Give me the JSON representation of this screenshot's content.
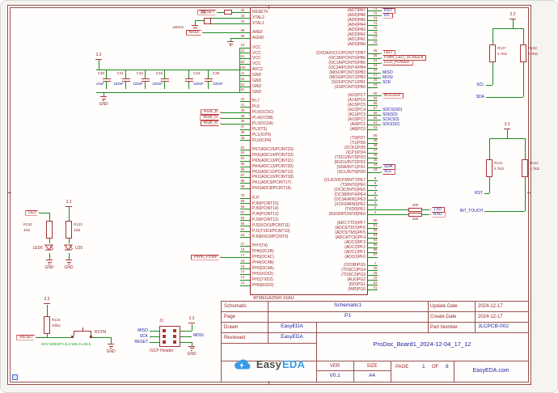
{
  "mcu": {
    "part": "ATMEGA2560-16AU",
    "left_groups": [
      {
        "pins": [
          {
            "num": "30",
            "name": "RESET#"
          },
          {
            "num": "33",
            "name": "XTAL2"
          },
          {
            "num": "34",
            "name": "XTAL1"
          }
        ]
      },
      {
        "pins": [
          {
            "num": "98",
            "name": "AREF"
          },
          {
            "num": "99",
            "name": "AGND"
          }
        ]
      },
      {
        "pins": [
          {
            "num": "10",
            "name": "VCC"
          },
          {
            "num": "31",
            "name": "VCC"
          },
          {
            "num": "61",
            "name": "VCC"
          },
          {
            "num": "80",
            "name": "VCC"
          },
          {
            "num": "100",
            "name": "AVCC"
          },
          {
            "num": "11",
            "name": "GND"
          },
          {
            "num": "32",
            "name": "GND"
          },
          {
            "num": "62",
            "name": "GND"
          },
          {
            "num": "81",
            "name": "GND"
          }
        ]
      },
      {
        "pins": [
          {
            "num": "42",
            "name": "PL7"
          },
          {
            "num": "41",
            "name": "PL6"
          },
          {
            "num": "40",
            "name": "PL5(OC5C)",
            "net": "RGB_B"
          },
          {
            "num": "39",
            "name": "PL4(OC5B)",
            "net": "RGB_G"
          },
          {
            "num": "38",
            "name": "PL3(OC5A)",
            "net": "RGB_R"
          },
          {
            "num": "37",
            "name": "PL2(T5)"
          },
          {
            "num": "36",
            "name": "PL1(ICP5)"
          },
          {
            "num": "35",
            "name": "PL0(ICP4)"
          }
        ]
      },
      {
        "pins": [
          {
            "num": "82",
            "name": "PK7(ADC15/PCINT23)"
          },
          {
            "num": "83",
            "name": "PK6(ADC14/PCINT22)"
          },
          {
            "num": "84",
            "name": "PK5(ADC13/PCINT21)"
          },
          {
            "num": "85",
            "name": "PK4(ADC12/PCINT20)"
          },
          {
            "num": "86",
            "name": "PK3(ADC11/PCINT19)"
          },
          {
            "num": "87",
            "name": "PK2(ADC10/PCINT18)"
          },
          {
            "num": "88",
            "name": "PK1(ADC9/PCINT17)"
          },
          {
            "num": "89",
            "name": "PK0(ADC8/PCINT16)"
          }
        ]
      },
      {
        "pins": [
          {
            "num": "79",
            "name": "PJ7"
          },
          {
            "num": "69",
            "name": "PJ6(PCINT15)"
          },
          {
            "num": "68",
            "name": "PJ5(PCINT14)"
          },
          {
            "num": "67",
            "name": "PJ4(PCINT13)"
          },
          {
            "num": "66",
            "name": "PJ3(PCINT12)"
          },
          {
            "num": "65",
            "name": "PJ2(XCK3/PCINT11)"
          },
          {
            "num": "64",
            "name": "PJ1(TXD3/PCINT10)"
          },
          {
            "num": "63",
            "name": "PJ0(RXD3/PCINT9)"
          }
        ]
      },
      {
        "pins": [
          {
            "num": "27",
            "name": "PH7(T4)"
          },
          {
            "num": "18",
            "name": "PH6(OC2B)"
          },
          {
            "num": "17",
            "name": "PH5(OC4C)",
            "net": "PWM_PUMP"
          },
          {
            "num": "16",
            "name": "PH4(OC4B)"
          },
          {
            "num": "15",
            "name": "PH3(OC4A)"
          },
          {
            "num": "14",
            "name": "PH2(XCK2)"
          },
          {
            "num": "13",
            "name": "PH1(TXD2)"
          },
          {
            "num": "12",
            "name": "PH0(RXD2)"
          }
        ]
      }
    ],
    "right_groups": [
      {
        "pins": [
          {
            "num": "71",
            "name": "(AD7)PA7",
            "net": "RST",
            "s": "flag",
            "nv": true
          },
          {
            "num": "72",
            "name": "(AD6)PA6",
            "net": "DC",
            "s": "flag",
            "nv": true
          },
          {
            "num": "73",
            "name": "(AD5)PA5"
          },
          {
            "num": "74",
            "name": "(AD4)PA4"
          },
          {
            "num": "75",
            "name": "(AD3)PA3"
          },
          {
            "num": "76",
            "name": "(AD2)PA2"
          },
          {
            "num": "77",
            "name": "(AD1)PA1"
          },
          {
            "num": "78",
            "name": "(AD0)PA0"
          }
        ]
      },
      {
        "pins": [
          {
            "num": "26",
            "name": "(OC0A/OC1C/PCINT7)PB7",
            "net": "LED",
            "s": "flag"
          },
          {
            "num": "25",
            "name": "(OC1B/PCINT6)PB6",
            "net": "PWM_LED_SCREEN",
            "s": "flag"
          },
          {
            "num": "24",
            "name": "(OC1A/PCINT5)PB5",
            "net": "LCD_POWER",
            "s": "flag"
          },
          {
            "num": "23",
            "name": "(OC2A/PCINT4)PB4"
          },
          {
            "num": "22",
            "name": "(MISO/PCINT3)PB3",
            "net": "MISO",
            "s": "label"
          },
          {
            "num": "21",
            "name": "(MOSI/PCINT2)PB2",
            "net": "MOSI",
            "s": "label"
          },
          {
            "num": "20",
            "name": "(SCK/PCINT1)PB1",
            "net": "SCK",
            "s": "label"
          },
          {
            "num": "19",
            "name": "(SS/PCINT0)PB0"
          }
        ]
      },
      {
        "pins": [
          {
            "num": "60",
            "name": "(A15)PC7",
            "net": "BUZZER",
            "s": "flag"
          },
          {
            "num": "59",
            "name": "(A14)PC6"
          },
          {
            "num": "58",
            "name": "(A13)PC5"
          },
          {
            "num": "57",
            "name": "(A12)PC4",
            "net": "SDCS(SD)",
            "s": "label"
          },
          {
            "num": "56",
            "name": "(A11)PC3",
            "net": "SDI(SD)",
            "s": "label"
          },
          {
            "num": "55",
            "name": "(A10)PC2",
            "net": "SCK(SD)",
            "s": "label"
          },
          {
            "num": "54",
            "name": "(A9)PC1",
            "net": "SDO(SD)",
            "s": "label"
          },
          {
            "num": "53",
            "name": "(A8)PC0"
          }
        ]
      },
      {
        "pins": [
          {
            "num": "50",
            "name": "(T0)PD7"
          },
          {
            "num": "49",
            "name": "(T1)PD6"
          },
          {
            "num": "48",
            "name": "(XCK1)PD5"
          },
          {
            "num": "47",
            "name": "(ICP1)PD4"
          },
          {
            "num": "46",
            "name": "(TXD1/INT3)PD3"
          },
          {
            "num": "45",
            "name": "(RXD1/INT2)PD2"
          },
          {
            "num": "44",
            "name": "(SDA/INT1)PD1",
            "net": "SDA",
            "s": "flag",
            "nv": true
          },
          {
            "num": "43",
            "name": "(SCL/INT0)PD0",
            "net": "SCL",
            "s": "flag",
            "nv": true
          }
        ]
      },
      {
        "pins": [
          {
            "num": "9",
            "name": "(CLKO/ICP3/INT7)PE7"
          },
          {
            "num": "8",
            "name": "(T3/INT6)PE6"
          },
          {
            "num": "7",
            "name": "(OC3C/INT5)PE5"
          },
          {
            "num": "6",
            "name": "(OC3B/INT4)PE4"
          },
          {
            "num": "5",
            "name": "(OC3A/AIN1)PE3"
          },
          {
            "num": "4",
            "name": "(XCK0/AIN0)PE2"
          },
          {
            "num": "3",
            "name": "(TXD0)PE1",
            "net": "TXD",
            "s": "flag",
            "nv": true,
            "res": {
              "val": "330",
              "pos": "above"
            }
          },
          {
            "num": "2",
            "name": "(RXD0/PCINT8)PE0",
            "net": "RXD",
            "s": "flag",
            "nv": true,
            "res": {
              "val": "330",
              "pos": "below"
            }
          }
        ]
      },
      {
        "pins": [
          {
            "num": "90",
            "name": "(ADC7/TDI)PF7"
          },
          {
            "num": "91",
            "name": "(ADC6/TDO)PF6"
          },
          {
            "num": "92",
            "name": "(ADC5/TMS)PF5"
          },
          {
            "num": "93",
            "name": "(ADC4/TCK)PF4"
          },
          {
            "num": "94",
            "name": "(ADC3)PF3"
          },
          {
            "num": "95",
            "name": "(ADC2)PF2"
          },
          {
            "num": "96",
            "name": "(ADC1)PF1"
          },
          {
            "num": "97",
            "name": "(ADC0)PF0"
          }
        ]
      },
      {
        "pins": [
          {
            "num": "1",
            "name": "(OC0B)PG5"
          },
          {
            "num": "29",
            "name": "(TOSC1)PG4"
          },
          {
            "num": "28",
            "name": "(TOSC2)PG3"
          },
          {
            "num": "70",
            "name": "(ALE)PG2"
          },
          {
            "num": "52",
            "name": "(RD)PG1"
          },
          {
            "num": "51",
            "name": "(WR)PG0"
          }
        ]
      }
    ]
  },
  "left": {
    "reset_flag": "RESET",
    "aref_flag": "AREF",
    "crystal": {
      "ref": "X3",
      "value": "16MHz",
      "gnd": "GND"
    },
    "power_caps": {
      "power": "3.3",
      "gnd": "GND",
      "caps": [
        {
          "ref": "C30",
          "value": "10uF"
        },
        {
          "ref": "C31",
          "value": "100nF"
        },
        {
          "ref": "C32",
          "value": "100nF"
        },
        {
          "ref": "C33",
          "value": "100nF"
        }
      ],
      "decoupling": [
        {
          "ref": "C34",
          "value": "100nF"
        },
        {
          "ref": "C35",
          "value": "100nF"
        }
      ]
    }
  },
  "led_block": {
    "flag": "LED",
    "power": "3.3",
    "r_left": {
      "ref": "R132",
      "value": "1kΩ"
    },
    "r_right": {
      "ref": "R133",
      "value": "1kΩ"
    },
    "led_left": "LED6",
    "led_right": "U25",
    "gnd_left": "GND",
    "gnd_right": "GND"
  },
  "reset_block": {
    "power": "3.3",
    "res": {
      "ref": "R134",
      "value": "10kΩ"
    },
    "flag": "RESET",
    "footprint": "KEY-SMD4P-L5.2-W5.2-LS6.5",
    "net": "RSTM",
    "gnd": "GND"
  },
  "iscp": {
    "ref": "J1",
    "name": "ISCP Header",
    "miso": "MISO",
    "sck": "SCK",
    "reset": "RESET",
    "power": "3.3",
    "mosi": "MOSI",
    "gnd": "GND"
  },
  "i2c_pullups": {
    "power": "3.3",
    "r1": {
      "ref": "R127",
      "value": "4.7kΩ"
    },
    "r2": {
      "ref": "R128",
      "value": "4.7kΩ"
    },
    "net1": "SCL",
    "net2": "SDA"
  },
  "touch_pullups": {
    "power": "3.3",
    "r1": {
      "ref": "R141",
      "value": "4.7kΩ"
    },
    "r2": {
      "ref": "R142",
      "value": "4.7kΩ"
    },
    "net1": "RST",
    "net2": "INT_TOUCH"
  },
  "title_block": {
    "schematic_label": "Schematic",
    "schematic_value": "Schematic1",
    "page_label": "Page",
    "page_value": "P1",
    "drawn_label": "Drawn",
    "drawn_value": "EasyEDA",
    "reviewed_label": "Reviewed",
    "reviewed_value": "EasyEDA",
    "update_label": "Update Date",
    "update_value": "2024-12-17",
    "create_label": "Create Date",
    "create_value": "2024-12-17",
    "part_label": "Part Number",
    "part_value": "JLCPCB-002",
    "doc_title": "ProDoc_Board1_2024-12-04_17_12",
    "ver_label": "VER",
    "ver_value": "V0.1",
    "size_label": "SIZE",
    "size_value": "A4",
    "page_word": "PAGE",
    "page_num": "1",
    "of_word": "OF",
    "total_pages": "8",
    "site": "EasyEDA.com",
    "logo_text_1": "Easy",
    "logo_text_2": "EDA"
  }
}
